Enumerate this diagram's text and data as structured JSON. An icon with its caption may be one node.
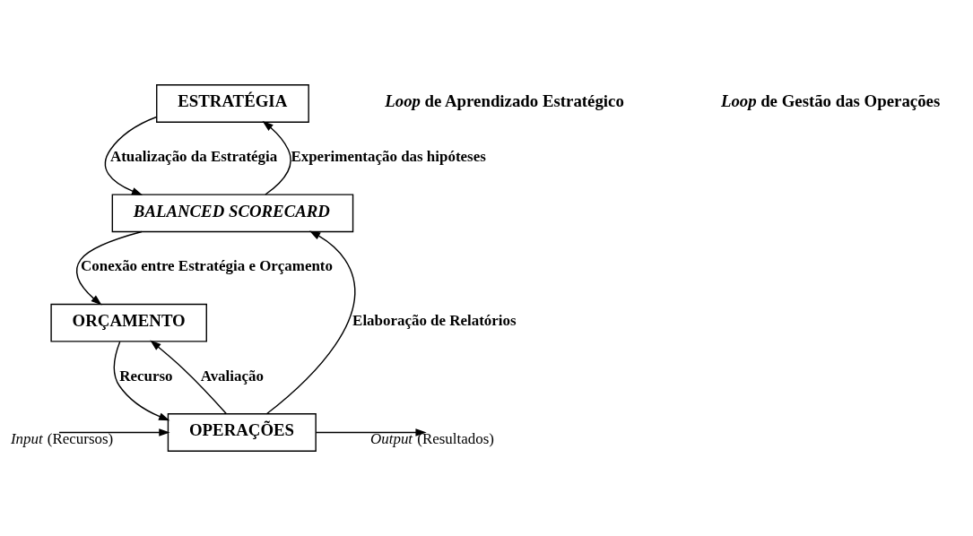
{
  "diagram": {
    "nodes": [
      {
        "text": [
          "ESTRATÉGIA"
        ]
      },
      {
        "text": [
          "BALANCED SCORECARD"
        ]
      },
      {
        "text": [
          "ORÇAMENTO"
        ]
      },
      {
        "text": [
          "OPERAÇÕES"
        ]
      }
    ],
    "edges": [
      {
        "from": 0,
        "to": 1,
        "arrow": "to",
        "label": "Atualização da Estratégia"
      },
      {
        "from": 1,
        "to": 0,
        "arrow": "to",
        "label": "Experimentação das hipóteses"
      },
      {
        "from": 1,
        "to": 2,
        "arrow": "to",
        "label": "Conexão entre Estratégia e Orçamento"
      },
      {
        "from": 2,
        "to": 3,
        "arrow": "to",
        "label": "Recurso"
      },
      {
        "from": null,
        "to": 3,
        "arrow": "to",
        "label": "*Input* (Recursos)"
      },
      {
        "from": 3,
        "to": null,
        "arrow": "to",
        "label": "*Output* (Resultados)"
      },
      {
        "from": 3,
        "to": 2,
        "arrow": "to",
        "label": "Avaliação"
      },
      {
        "from": 3,
        "to": 1,
        "arrow": "to",
        "label": "Elaboração de Relatórios"
      }
    ],
    "labels": [
      "*Loop* de Aprendizado Estratégico",
      "*Loop* de Gestão das Operações"
    ]
  }
}
